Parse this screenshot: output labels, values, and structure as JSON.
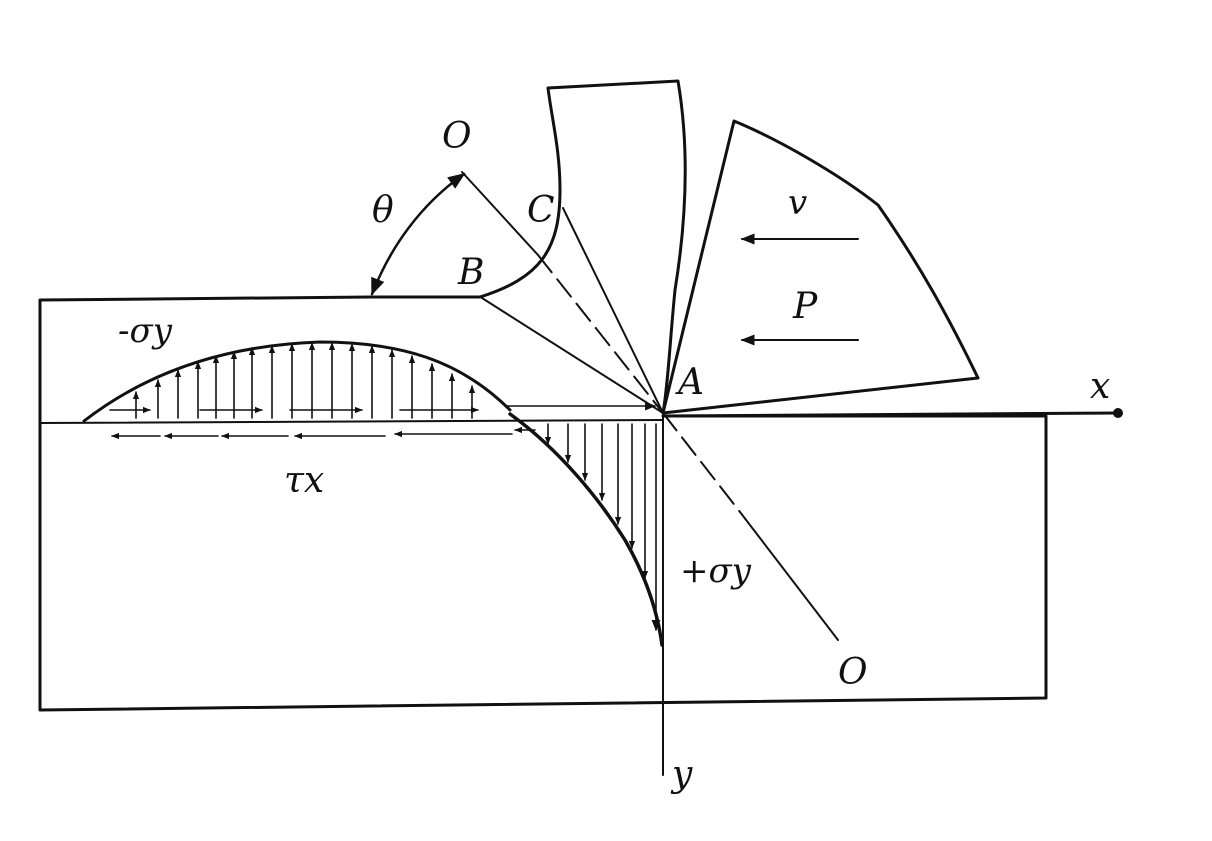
{
  "colors": {
    "ink": "#111111",
    "paper": "#ffffff"
  },
  "labels": {
    "O_top": "O",
    "O_bottom": "O",
    "theta": "θ",
    "C": "C",
    "B": "B",
    "A": "A",
    "v": "v",
    "P": "P",
    "x": "x",
    "y": "y",
    "minus_sigma_y": "-σy",
    "plus_sigma_y": "+σy",
    "tau_x": "τx"
  }
}
